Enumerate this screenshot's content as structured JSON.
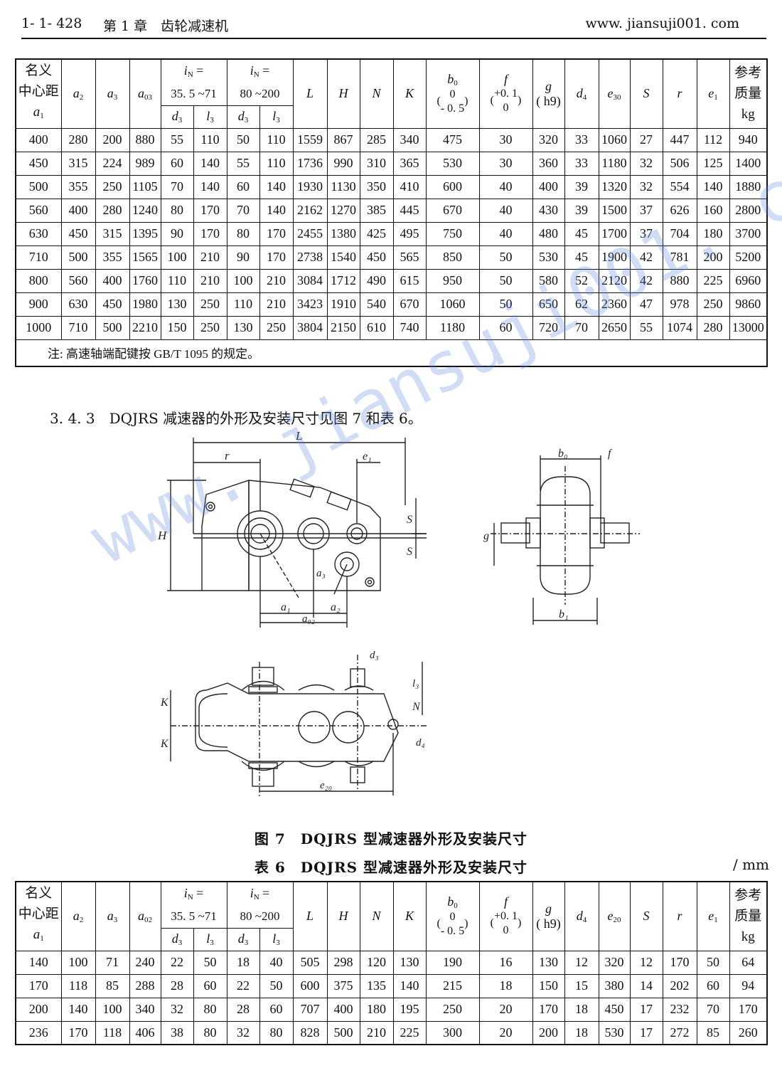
{
  "header": {
    "page_no": "1- 1- 428",
    "chapter": "第 1 章　齿轮减速机",
    "site": "www. jiansuji001. com"
  },
  "table1": {
    "rows": [
      [
        "400",
        "280",
        "200",
        "880",
        "55",
        "110",
        "50",
        "110",
        "1559",
        "867",
        "285",
        "340",
        "475",
        "30",
        "320",
        "33",
        "1060",
        "27",
        "447",
        "112",
        "940"
      ],
      [
        "450",
        "315",
        "224",
        "989",
        "60",
        "140",
        "55",
        "110",
        "1736",
        "990",
        "310",
        "365",
        "530",
        "30",
        "360",
        "33",
        "1180",
        "32",
        "506",
        "125",
        "1400"
      ],
      [
        "500",
        "355",
        "250",
        "1105",
        "70",
        "140",
        "60",
        "140",
        "1930",
        "1130",
        "350",
        "410",
        "600",
        "40",
        "400",
        "39",
        "1320",
        "32",
        "554",
        "140",
        "1880"
      ],
      [
        "560",
        "400",
        "280",
        "1240",
        "80",
        "170",
        "70",
        "140",
        "2162",
        "1270",
        "385",
        "445",
        "670",
        "40",
        "430",
        "39",
        "1500",
        "37",
        "626",
        "160",
        "2800"
      ],
      [
        "630",
        "450",
        "315",
        "1395",
        "90",
        "170",
        "80",
        "170",
        "2455",
        "1380",
        "425",
        "495",
        "750",
        "40",
        "480",
        "45",
        "1700",
        "37",
        "704",
        "180",
        "3700"
      ],
      [
        "710",
        "500",
        "355",
        "1565",
        "100",
        "210",
        "90",
        "170",
        "2738",
        "1540",
        "450",
        "565",
        "850",
        "50",
        "530",
        "45",
        "1900",
        "42",
        "781",
        "200",
        "5200"
      ],
      [
        "800",
        "560",
        "400",
        "1760",
        "110",
        "210",
        "100",
        "210",
        "3084",
        "1712",
        "490",
        "615",
        "950",
        "50",
        "580",
        "52",
        "2120",
        "42",
        "880",
        "225",
        "6960"
      ],
      [
        "900",
        "630",
        "450",
        "1980",
        "130",
        "250",
        "110",
        "210",
        "3423",
        "1910",
        "540",
        "670",
        "1060",
        "50",
        "650",
        "62",
        "2360",
        "47",
        "978",
        "250",
        "9860"
      ],
      [
        "1000",
        "710",
        "500",
        "2210",
        "150",
        "250",
        "130",
        "250",
        "3804",
        "2150",
        "610",
        "740",
        "1180",
        "60",
        "720",
        "70",
        "2650",
        "55",
        "1074",
        "280",
        "13000"
      ]
    ],
    "note": "注: 高速轴端配键按 GB/T 1095 的规定。"
  },
  "headers": {
    "a1_line1": "名义",
    "a1_line2": "中心距",
    "a1_sym": "a",
    "a1_sub": "1",
    "a2": "a",
    "a2_sub": "2",
    "a3": "a",
    "a3_sub": "3",
    "a03": "a",
    "a03_sub": "03",
    "a02": "a",
    "a02_sub": "02",
    "iN": "i",
    "iN_sub": "N",
    "iN_eq": " =",
    "range1": "35. 5 ~71",
    "range2": "80 ~200",
    "d3": "d",
    "d3_sub": "3",
    "l3": "l",
    "l3_sub": "3",
    "L": "L",
    "H": "H",
    "N": "N",
    "K": "K",
    "b0": "b",
    "b0_sub": "0",
    "tol_b0_top": "0",
    "tol_b0_bot": "- 0. 5",
    "f": "f",
    "tol_f_top": "+0. 1",
    "tol_f_bot": "0",
    "g": "g",
    "g_tol": "( h9)",
    "d4": "d",
    "d4_sub": "4",
    "e30": "e",
    "e30_sub": "30",
    "e20": "e",
    "e20_sub": "20",
    "S": "S",
    "r": "r",
    "e1": "e",
    "e1_sub": "1",
    "mass1": "参考",
    "mass2": "质量",
    "mass3": "kg"
  },
  "section_text": "3. 4. 3　DQJRS 减速器的外形及安装尺寸见图 7 和表 6。",
  "figure": {
    "caption": "图 7　DQJRS 型减速器外形及安装尺寸",
    "labels": {
      "L": "L",
      "r": "r",
      "e1": "e₁",
      "H": "H",
      "S1": "S",
      "S2": "S",
      "a1": "a₁",
      "a2": "a₂",
      "a3": "a₃",
      "a02": "a₀₂",
      "b0": "b₀",
      "f": "f",
      "g": "g",
      "b1": "b₁",
      "d3": "d₃",
      "l3": "l₃",
      "N": "N",
      "K1": "K",
      "K2": "K",
      "d4": "d₄",
      "e20": "e₂₀"
    }
  },
  "watermark": "www. jiansuji001. com",
  "table6": {
    "caption": "表 6　DQJRS 型减速器外形及安装尺寸",
    "unit": "/ mm",
    "rows": [
      [
        "140",
        "100",
        "71",
        "240",
        "22",
        "50",
        "18",
        "40",
        "505",
        "298",
        "120",
        "130",
        "190",
        "16",
        "130",
        "12",
        "320",
        "12",
        "170",
        "50",
        "64"
      ],
      [
        "170",
        "118",
        "85",
        "288",
        "28",
        "60",
        "22",
        "50",
        "600",
        "375",
        "135",
        "140",
        "215",
        "18",
        "150",
        "15",
        "380",
        "14",
        "202",
        "60",
        "94"
      ],
      [
        "200",
        "140",
        "100",
        "340",
        "32",
        "80",
        "28",
        "60",
        "707",
        "400",
        "180",
        "195",
        "250",
        "20",
        "170",
        "18",
        "450",
        "17",
        "232",
        "70",
        "170"
      ],
      [
        "236",
        "170",
        "118",
        "406",
        "38",
        "80",
        "32",
        "80",
        "828",
        "500",
        "210",
        "225",
        "300",
        "20",
        "200",
        "18",
        "530",
        "17",
        "272",
        "85",
        "260"
      ]
    ]
  }
}
